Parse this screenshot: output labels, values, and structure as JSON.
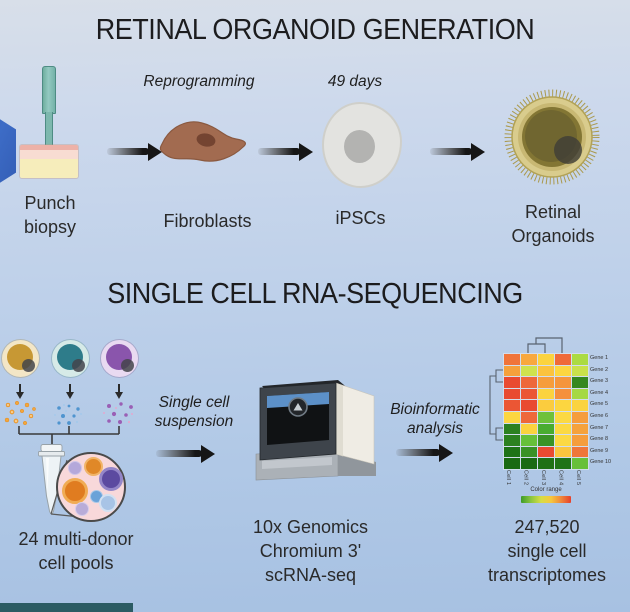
{
  "organoid_generation": {
    "title": "RETINAL ORGANOID GENERATION",
    "reprogramming_note": "Reprogramming",
    "days_note": "49 days",
    "punch_biopsy_label": "Punch\nbiopsy",
    "fibroblasts_label": "Fibroblasts",
    "ipscs_label": "iPSCs",
    "retinal_organoids_label": "Retinal\nOrganoids"
  },
  "scrna_seq": {
    "title": "SINGLE CELL RNA-SEQUENCING",
    "suspension_note": "Single cell\nsuspension",
    "bioinformatic_note": "Bioinformatic\nanalysis",
    "cell_pools_label": "24 multi-donor\ncell pools",
    "machine_label": "10x Genomics\nChromium 3'\nscRNA-seq",
    "transcriptomes_label": "247,520\nsingle cell\ntranscriptomes"
  },
  "colors": {
    "background_top": "#d8dfe9",
    "background_bottom": "#a7c1e2",
    "arrow": "#161616",
    "hexagon_blue": "#3d6cc6",
    "punch_tool_teal": "#7db8ae",
    "fibroblast_brown": "#a26b50",
    "ipsc_gray": "#e3e3e0",
    "organoid_olive": "#857736",
    "pool_orange": "#c79834",
    "pool_teal": "#2e7c8a",
    "pool_purple": "#8a55ac",
    "bottom_bar_teal": "#2b5b63"
  },
  "chart_data": {
    "type": "heatmap",
    "title": "",
    "rows": [
      "Gene 1",
      "Gene 2",
      "Gene 3",
      "Gene 4",
      "Gene 5",
      "Gene 6",
      "Gene 7",
      "Gene 8",
      "Gene 9",
      "Gene 10"
    ],
    "columns": [
      "Cell 1",
      "Cell 2",
      "Cell 3",
      "Cell 4",
      "Cell 5"
    ],
    "legend_label": "Color range",
    "legend_gradient": [
      "#3f9c28",
      "#8cc63f",
      "#d6dd45",
      "#f6c83e",
      "#f0883a",
      "#e5402c"
    ],
    "value_scale": "green = low expression, yellow = mid, red = high",
    "dendrograms": "columns clustered on top, rows clustered on left",
    "cell_colors": [
      [
        "#f0743a",
        "#f8a83e",
        "#fbd33f",
        "#ef6a39",
        "#abdb42"
      ],
      [
        "#f5a13c",
        "#cfe24e",
        "#fbc33e",
        "#fcd640",
        "#c9e14b"
      ],
      [
        "#e94a31",
        "#ee683a",
        "#f69d3c",
        "#f5953c",
        "#35881f"
      ],
      [
        "#e94a31",
        "#eb5634",
        "#fbd33f",
        "#f5903c",
        "#a5d944"
      ],
      [
        "#eb5634",
        "#e94a31",
        "#fbcc3e",
        "#fcd640",
        "#fbd33f"
      ],
      [
        "#fcd640",
        "#ee683a",
        "#6fc13a",
        "#fcd943",
        "#f59d3c"
      ],
      [
        "#2c8120",
        "#fbd33f",
        "#49ac30",
        "#fcd943",
        "#f5a23c"
      ],
      [
        "#2c8120",
        "#67c03a",
        "#3a9226",
        "#fcd943",
        "#f59d3c"
      ],
      [
        "#1f7317",
        "#3a9226",
        "#e94a31",
        "#fbc53e",
        "#ef763a"
      ],
      [
        "#1a6a12",
        "#1a6a12",
        "#1e7015",
        "#1f7317",
        "#67c03a"
      ]
    ]
  }
}
